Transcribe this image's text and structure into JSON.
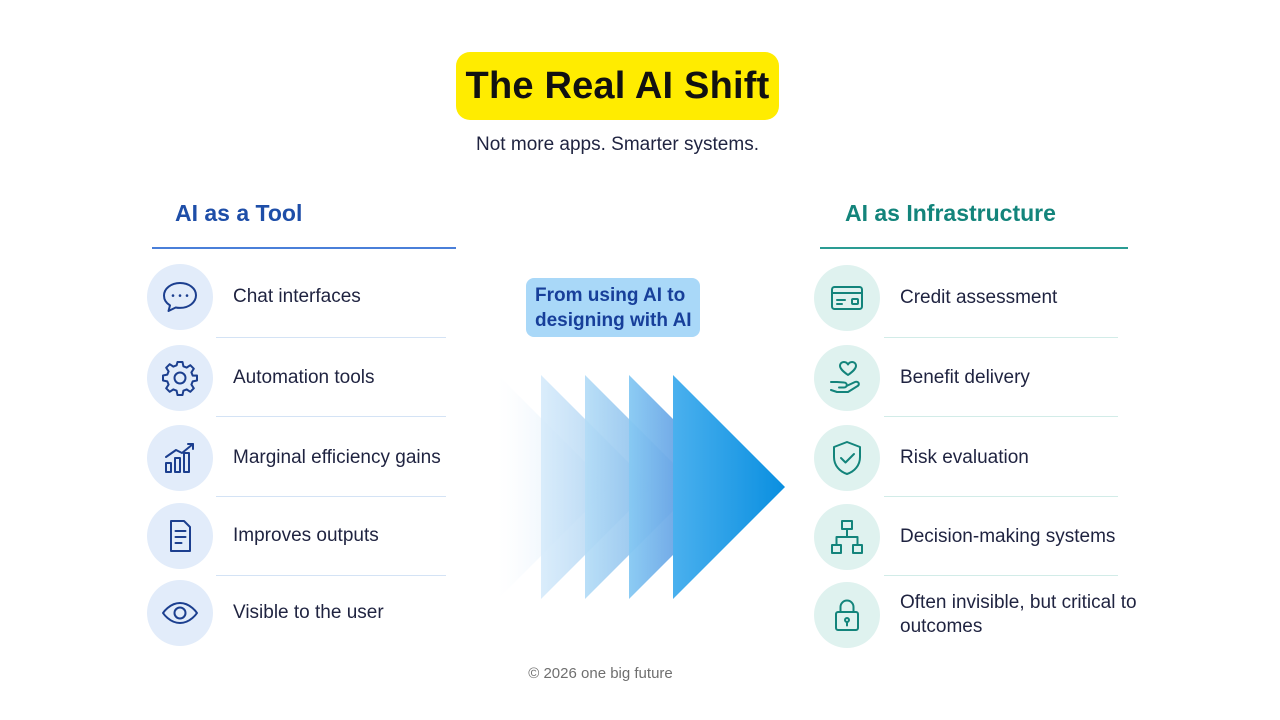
{
  "title": "The Real AI Shift",
  "subtitle": "Not more apps. Smarter systems.",
  "left_column": {
    "heading": "AI as a Tool",
    "items": [
      {
        "label": "Chat interfaces",
        "icon": "chat-bubble-icon"
      },
      {
        "label": "Automation tools",
        "icon": "gear-icon"
      },
      {
        "label": "Marginal efficiency gains",
        "icon": "bar-chart-icon"
      },
      {
        "label": "Improves outputs",
        "icon": "document-icon"
      },
      {
        "label": "Visible to the user",
        "icon": "eye-icon"
      }
    ]
  },
  "center": {
    "callout_line1": "From using AI to",
    "callout_line2": "designing with AI",
    "arrow_icon": "chevron-arrows-icon"
  },
  "right_column": {
    "heading": "AI as Infrastructure",
    "items": [
      {
        "label": "Credit assessment",
        "icon": "credit-card-icon"
      },
      {
        "label": "Benefit delivery",
        "icon": "hand-heart-icon"
      },
      {
        "label": "Risk evaluation",
        "icon": "shield-check-icon"
      },
      {
        "label": "Decision-making systems",
        "icon": "hierarchy-icon"
      },
      {
        "label": "Often invisible, but critical to outcomes",
        "icon": "padlock-icon"
      }
    ]
  },
  "footer": "© 2026 one big future",
  "colors": {
    "title_bg": "#ffec00",
    "left_accent": "#1e4ea8",
    "right_accent": "#13847b",
    "callout_bg": "#a9d8f8",
    "arrow_blue": "#0a8fe0"
  }
}
